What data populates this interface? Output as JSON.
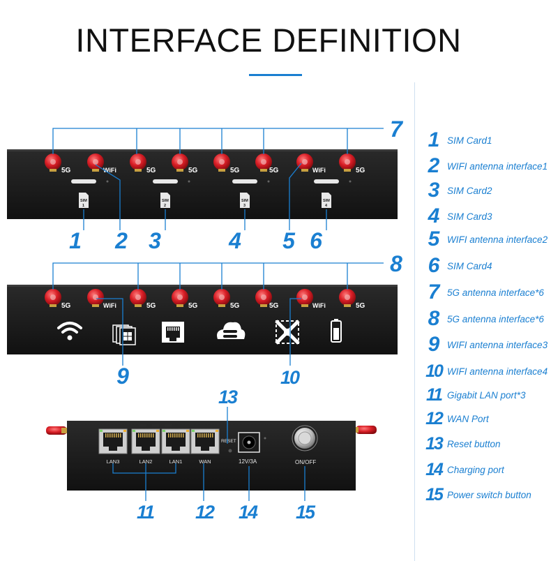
{
  "title": "INTERFACE DEFINITION",
  "colors": {
    "accent": "#1a7fd1",
    "device": "#181818",
    "antenna": "#d81e26"
  },
  "legend": [
    {
      "num": "1",
      "label": "SIM Card1"
    },
    {
      "num": "2",
      "label": "WIFI antenna interface1"
    },
    {
      "num": "3",
      "label": "SIM Card2"
    },
    {
      "num": "4",
      "label": "SIM Card3"
    },
    {
      "num": "5",
      "label": "WIFI antenna interface2"
    },
    {
      "num": "6",
      "label": "SIM Card4"
    },
    {
      "num": "7",
      "label": "5G antenna interface*6"
    },
    {
      "num": "8",
      "label": "5G antenna interface*6"
    },
    {
      "num": "9",
      "label": "WIFI antenna interface3"
    },
    {
      "num": "10",
      "label": "WIFI antenna interface4"
    },
    {
      "num": "11",
      "label": "Gigabit LAN port*3"
    },
    {
      "num": "12",
      "label": "WAN Port"
    },
    {
      "num": "13",
      "label": "Reset button"
    },
    {
      "num": "14",
      "label": "Charging port"
    },
    {
      "num": "15",
      "label": "Power switch button"
    }
  ],
  "device_labels": {
    "fiveg": "5G",
    "wifi": "WiFi",
    "sim": "SIM",
    "sim_slots": [
      "1",
      "2",
      "3",
      "4"
    ],
    "ports": [
      "LAN3",
      "LAN2",
      "LAN1",
      "WAN"
    ],
    "reset": "RESET",
    "power_input": "12V/3A",
    "switch": "ON/OFF"
  },
  "icons": [
    "wifi-icon",
    "sim-cards-icon",
    "ethernet-icon",
    "cloud-icon",
    "network-icon",
    "battery-icon"
  ]
}
